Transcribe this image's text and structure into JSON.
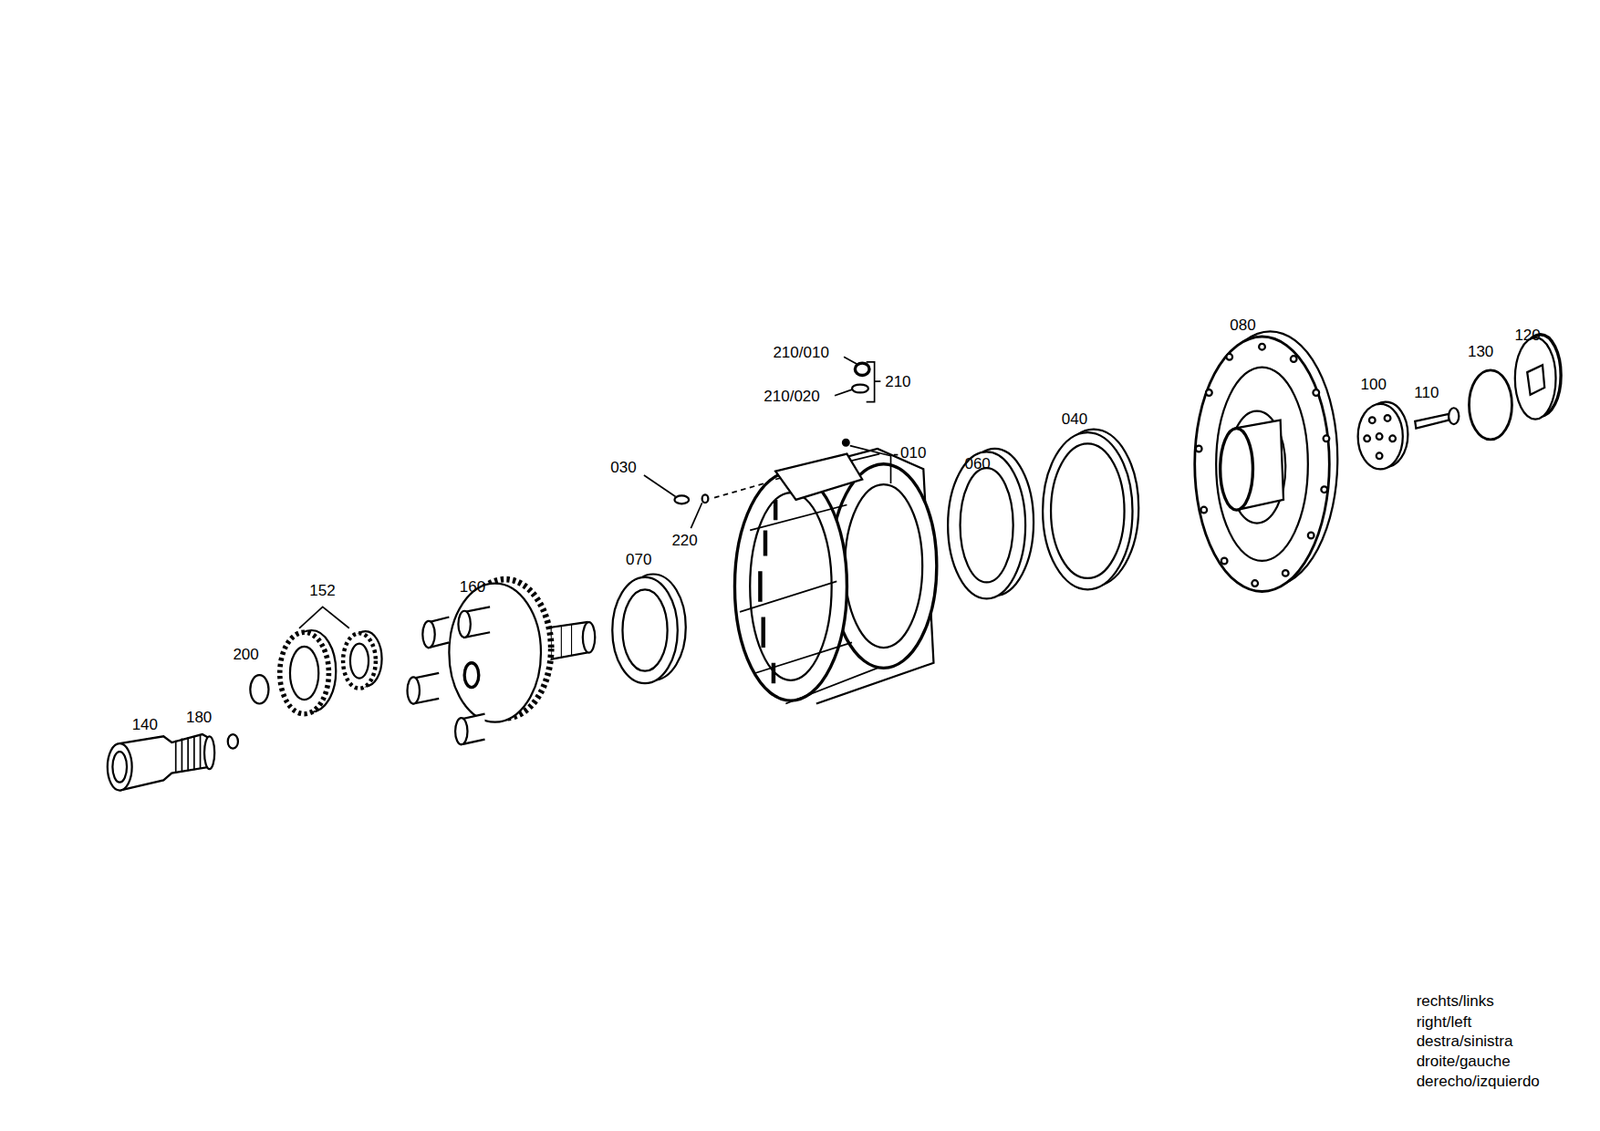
{
  "diagram": {
    "labels": [
      "210/010",
      "210",
      "210/020",
      "080",
      "120",
      "130",
      "100",
      "110",
      "030",
      "010",
      "060",
      "040",
      "220",
      "070",
      "152",
      "160",
      "200",
      "140",
      "180",
      "rechts/links",
      "right/left",
      "destra/sinistra",
      "droite/gauche",
      "derecho/izquierdo"
    ]
  }
}
